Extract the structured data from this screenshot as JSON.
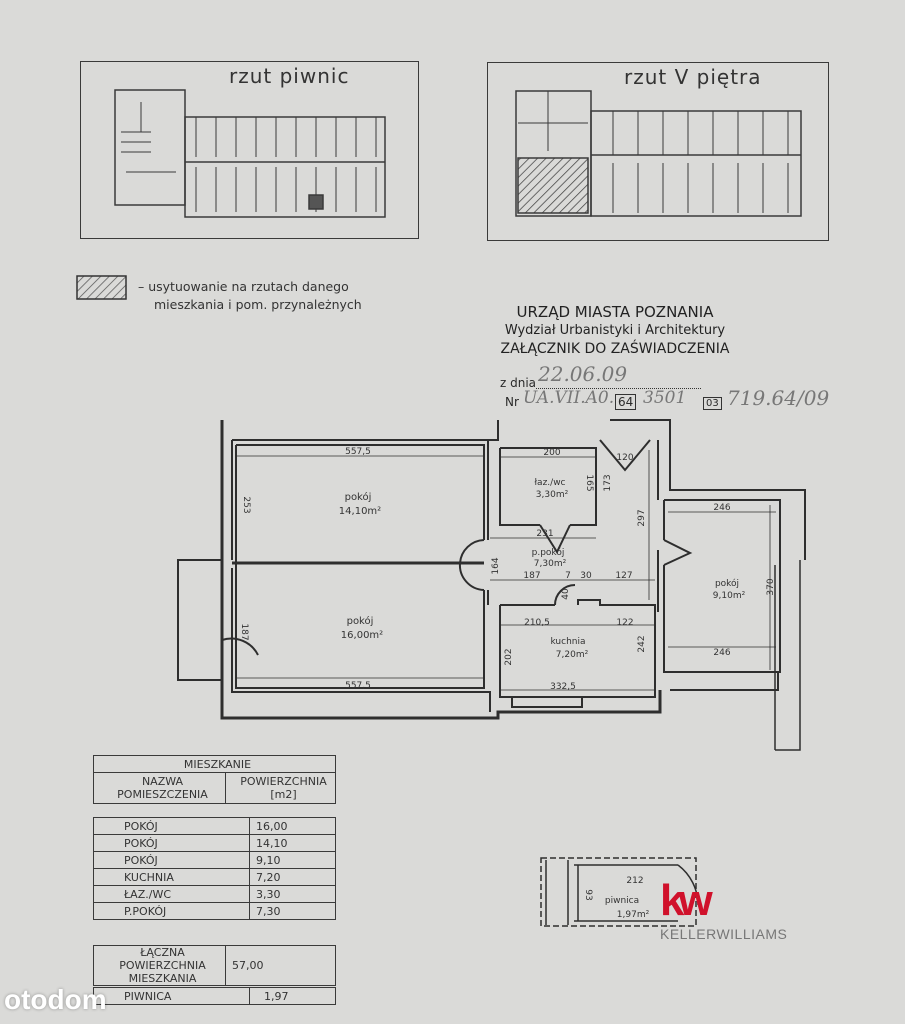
{
  "overview": {
    "basement_title": "rzut piwnic",
    "floor_title": "rzut V piętra"
  },
  "legend": {
    "line1": "– usytuowanie na rzutach danego",
    "line2": "mieszkania i pom. przynależnych"
  },
  "header": {
    "office": "URZĄD MIASTA POZNANIA",
    "department": "Wydział Urbanistyki i Architektury",
    "attachment": "ZAŁĄCZNIK DO ZAŚWIADCZENIA",
    "date_label": "z dnia",
    "date_value": "22.06.09",
    "number_label": "Nr",
    "number_value": "UA.VII.A0.",
    "number_box1": "64",
    "number_mid": "3501",
    "number_box2": "03",
    "number_suffix": "719.64/09"
  },
  "plan": {
    "rooms": {
      "room1": {
        "name": "pokój",
        "area": "14,10m²"
      },
      "room2": {
        "name": "pokój",
        "area": "16,00m²"
      },
      "bath": {
        "name": "łaz./wc",
        "area": "3,30m²"
      },
      "hall": {
        "name": "p.pokój",
        "area": "7,30m²"
      },
      "room3": {
        "name": "pokój",
        "area": "9,10m²"
      },
      "kitchen": {
        "name": "kuchnia",
        "area": "7,20m²"
      }
    },
    "dims": {
      "r1_top": "557,5",
      "r1_h": "253",
      "r2_bottom": "557,5",
      "r2_h": "187",
      "bath_w": "200",
      "bath_h": "165",
      "bath_h2": "173",
      "door_w": "120",
      "hall_h": "297",
      "hall_w": "231",
      "hall_h2": "164",
      "hall_187": "187",
      "hall_7": "7",
      "hall_30": "30",
      "hall_127": "127",
      "hall_40": "40",
      "r3_top": "246",
      "r3_h": "370",
      "r3_bottom": "246",
      "k_w1": "210,5",
      "k_w2": "122",
      "k_h": "242",
      "k_h2": "202",
      "k_bottom": "332,5"
    }
  },
  "table": {
    "title": "MIESZKANIE",
    "col1": "NAZWA POMIESZCZENIA",
    "col2": "POWIERZCHNIA [m2]",
    "rows": [
      {
        "name": "POKÓJ",
        "area": "16,00"
      },
      {
        "name": "POKÓJ",
        "area": "14,10"
      },
      {
        "name": "POKÓJ",
        "area": "9,10"
      },
      {
        "name": "KUCHNIA",
        "area": "7,20"
      },
      {
        "name": "ŁAZ./WC",
        "area": "3,30"
      },
      {
        "name": "P.POKÓJ",
        "area": "7,30"
      }
    ],
    "total_label": "ŁĄCZNA POWIERZCHNIA MIESZKANIA",
    "total_value": "57,00",
    "cellar_label": "PIWNICA",
    "cellar_value": "1,97"
  },
  "cellar": {
    "name": "piwnica",
    "area": "1,97m²",
    "w": "212",
    "h": "93"
  },
  "branding": {
    "kw_logo": "kw",
    "kw_text": "KELLERWILLIAMS",
    "watermark": "otodom",
    "kw_color": "#d0112b"
  }
}
